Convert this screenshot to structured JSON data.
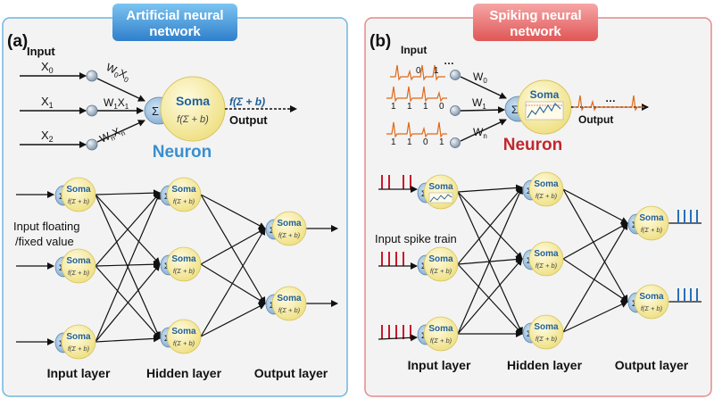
{
  "panel_a": {
    "label": "(a)",
    "title_line1": "Artificial neural",
    "title_line2": "network",
    "input_label": "Input",
    "inputs": [
      "X",
      "X",
      "X"
    ],
    "input_subs": [
      "0",
      "1",
      "2"
    ],
    "weights": [
      {
        "w": "W",
        "w_sub": "0",
        "x": "X",
        "x_sub": "0"
      },
      {
        "w": "W",
        "w_sub": "1",
        "x": "X",
        "x_sub": "1"
      },
      {
        "w": "W",
        "w_sub": "n",
        "x": "X",
        "x_sub": "n"
      }
    ],
    "sigma": "Σ",
    "soma": "Soma",
    "soma_fn": "f(Σ + b)",
    "output_fn": "f(Σ + b)",
    "output_label": "Output",
    "neuron_label": "Neuron",
    "input_note_line1": "Input floating",
    "input_note_line2": "/fixed value",
    "layer_input": "Input layer",
    "layer_hidden": "Hidden layer",
    "layer_output": "Output layer"
  },
  "panel_b": {
    "label": "(b)",
    "title_line1": "Spiking neural",
    "title_line2": "network",
    "input_label": "Input",
    "bits": [
      [
        "0",
        "1",
        "…"
      ],
      [
        "1",
        "1",
        "1",
        "0"
      ],
      [
        "1",
        "1",
        "0",
        "1"
      ]
    ],
    "weights": [
      {
        "w": "W",
        "w_sub": "0"
      },
      {
        "w": "W",
        "w_sub": "1"
      },
      {
        "w": "W",
        "w_sub": "n"
      }
    ],
    "sigma": "Σ",
    "soma": "Soma",
    "soma_fn": "f(Σ + b)",
    "output_ellipsis": "…",
    "output_label": "Output",
    "neuron_label": "Neuron",
    "input_note": "Input spike train",
    "layer_input": "Input layer",
    "layer_hidden": "Hidden layer",
    "layer_output": "Output layer"
  },
  "colors": {
    "panel_a_border": "#6fb6e0",
    "panel_a_fill": "#f3f3f3",
    "panel_b_border": "#e58a8a",
    "panel_b_fill": "#f3f3f3",
    "title_a": "#3f8fd6",
    "title_b": "#e46a6a",
    "neuron_a": "#3a8fd0",
    "neuron_b": "#c0282d",
    "soma_fill": "#f5eca4",
    "spike_red": "#c8182c",
    "spike_orange": "#e0691a",
    "spike_blue": "#2a6fb8"
  }
}
